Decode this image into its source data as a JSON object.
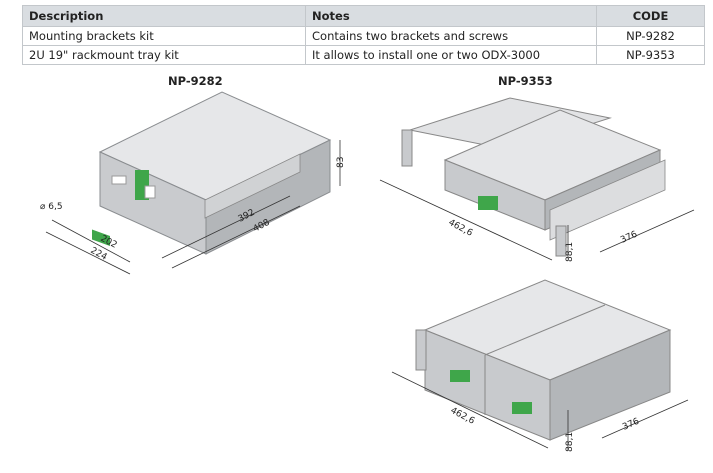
{
  "table": {
    "headers": [
      "Description",
      "Notes",
      "CODE"
    ],
    "rows": [
      [
        "Mounting brackets kit",
        "Contains two brackets and screws",
        "NP-9282"
      ],
      [
        "2U 19\" rackmount tray kit",
        "It allows to install one or two ODX-3000",
        "NP-9353"
      ]
    ]
  },
  "figures": {
    "left_title": "NP-9282",
    "right_title": "NP-9353",
    "left_dims": {
      "d1": "⌀ 6,5",
      "d2": "202",
      "d3": "224",
      "d4": "392",
      "d5": "408",
      "d6": "83"
    },
    "right_dims": {
      "w": "462,6",
      "d": "376",
      "h": "88,1"
    },
    "bottom_dims": {
      "w": "462,6",
      "d": "376",
      "h": "88,1"
    }
  }
}
